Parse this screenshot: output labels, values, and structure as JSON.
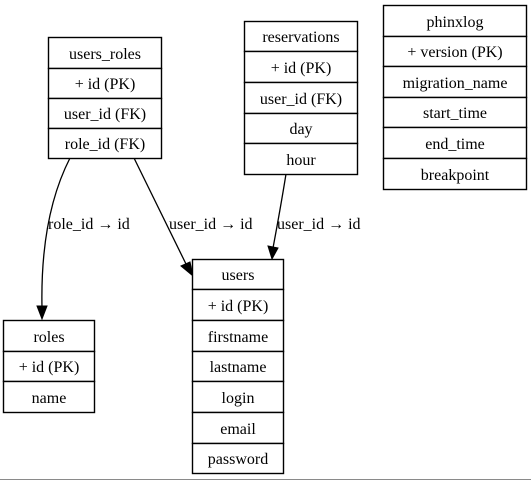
{
  "tables": [
    {
      "id": "users_roles",
      "title": "users_roles",
      "rows": [
        "+ id (PK)",
        "user_id (FK)",
        "role_id (FK)"
      ]
    },
    {
      "id": "reservations",
      "title": "reservations",
      "rows": [
        "+ id (PK)",
        "user_id (FK)",
        "day",
        "hour"
      ]
    },
    {
      "id": "phinxlog",
      "title": "phinxlog",
      "rows": [
        "+ version (PK)",
        "migration_name",
        "start_time",
        "end_time",
        "breakpoint"
      ]
    },
    {
      "id": "roles",
      "title": "roles",
      "rows": [
        "+ id (PK)",
        "name"
      ]
    },
    {
      "id": "users",
      "title": "users",
      "rows": [
        "+ id (PK)",
        "firstname",
        "lastname",
        "login",
        "email",
        "password"
      ]
    }
  ],
  "relations": [
    {
      "id": "ur_roles",
      "from": "users_roles",
      "to": "roles",
      "label": "role_id → id"
    },
    {
      "id": "ur_users",
      "from": "users_roles",
      "to": "users",
      "label": "user_id → id"
    },
    {
      "id": "res_users",
      "from": "reservations",
      "to": "users",
      "label": "user_id → id"
    }
  ]
}
